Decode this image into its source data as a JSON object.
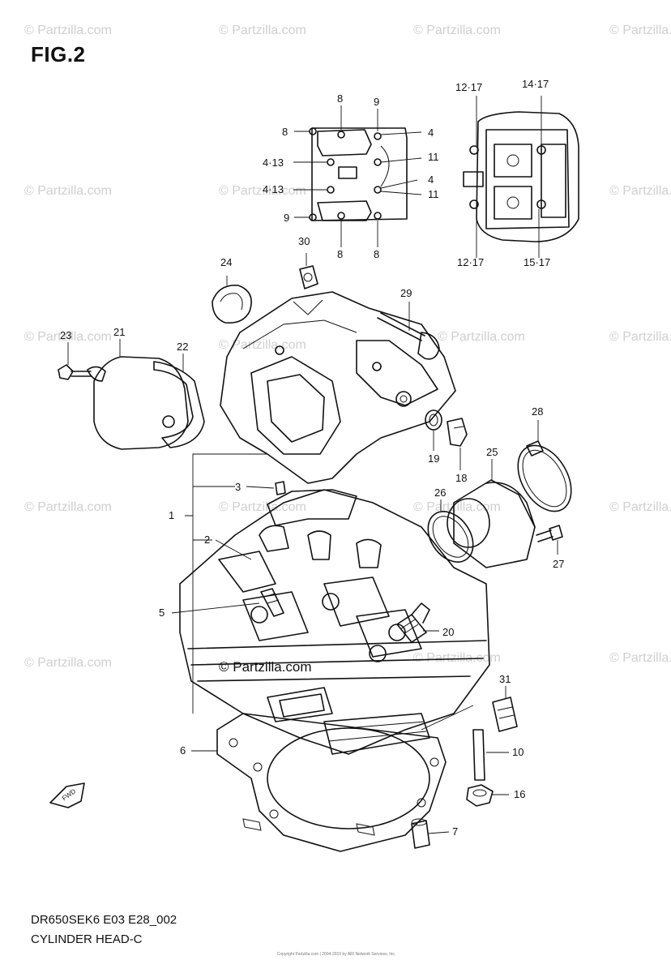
{
  "figure_title": "FIG.2",
  "model_code": "DR650SEK6 E03 E28_002",
  "section_name": "CYLINDER HEAD-C",
  "watermark_text": "© Partzilla.com",
  "center_watermark_text": "© Partzilla.com",
  "copyright_small": "Copyright\nPartzilla.com | 2004-2019 by ARI Network Services, Inc.",
  "direction_label": "FWD",
  "callouts": {
    "c1": "1",
    "c2": "2",
    "c3": "3",
    "c5": "5",
    "c6": "6",
    "c7": "7",
    "c10": "10",
    "c16": "16",
    "c18": "18",
    "c19": "19",
    "c20": "20",
    "c21": "21",
    "c22": "22",
    "c23": "23",
    "c24": "24",
    "c25": "25",
    "c26": "26",
    "c27": "27",
    "c28": "28",
    "c29": "29",
    "c30": "30",
    "c31": "31",
    "i8a": "8",
    "i9a": "9",
    "i8b": "8",
    "i4a": "4",
    "i11a": "11",
    "i413a": "4·13",
    "i413b": "4·13",
    "i4b": "4",
    "i11b": "11",
    "i9b": "9",
    "i8c": "8",
    "i8d": "8",
    "i1217a": "12·17",
    "i1417": "14·17",
    "i1217b": "12·17",
    "i1517": "15·17"
  }
}
